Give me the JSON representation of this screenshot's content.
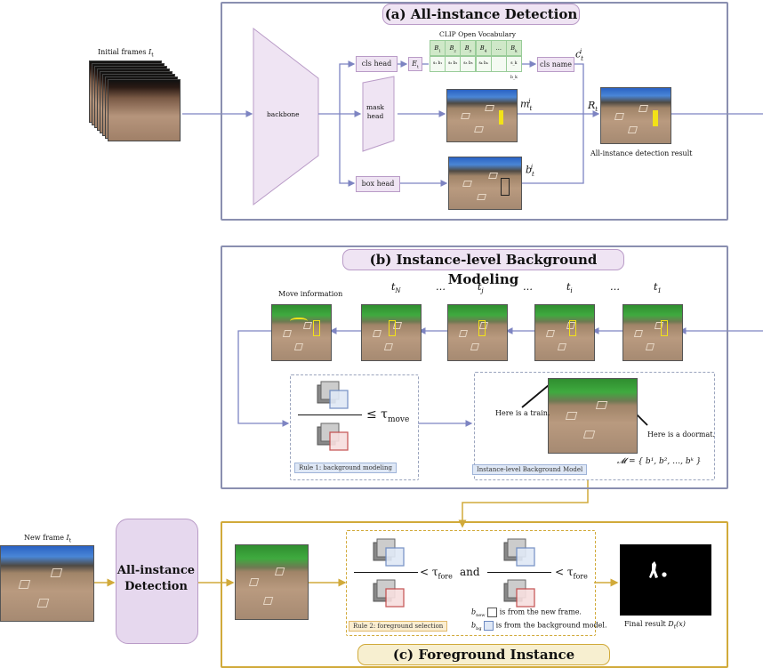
{
  "panels": {
    "a": {
      "title": "(a) All-instance Detection"
    },
    "b": {
      "title": "(b) Instance-level Background Modeling"
    },
    "c": {
      "title": "(c) Foreground Instance Selection"
    }
  },
  "a": {
    "initial_frames_label": "Initial frames",
    "initial_frames_symbol": "I",
    "initial_frames_sub": "t",
    "backbone": "backbone",
    "cls_head": "cls head",
    "mask_head": "mask\nhead",
    "box_head": "box head",
    "vocab_title": "CLIP Open Vocabulary",
    "vocab_top": [
      "B",
      "B",
      "B",
      "B",
      "…",
      "B"
    ],
    "vocab_top_sub": [
      "1",
      "2",
      "3",
      "4",
      "",
      "k"
    ],
    "vocab_bottom": [
      "s₁ b₁",
      "s₂ b₂",
      "s₃ b₃",
      "s₄ b₄",
      "",
      "s_k b_k"
    ],
    "embed_label": "E",
    "embed_sub": "t",
    "cls_name": "cls name",
    "c_sym": "c",
    "m_sym": "m",
    "b_sym": "b",
    "R_sym": "R",
    "sup_i": "i",
    "sub_t": "t",
    "result_caption": "All-instance detection result"
  },
  "b": {
    "move_info": "Move information",
    "time_labels": [
      "t",
      "…",
      "t",
      "…",
      "t",
      "…",
      "t"
    ],
    "time_subs": [
      "N",
      "",
      "j",
      "",
      "i",
      "",
      "1"
    ],
    "tau_move": "≤ τ",
    "tau_move_sub": "move",
    "rule1": "Rule 1: background modeling",
    "train_text": "Here is a train.",
    "doormat_text": "Here is a doormat.",
    "bg_model_tag": "Instance-level Background Model",
    "M_formula": "𝓜 = { b¹, b², …, bᵏ }"
  },
  "c": {
    "new_frame_label": "New frame",
    "new_frame_symbol": "I",
    "new_frame_sub": "t",
    "detect_box": "All-instance\nDetection",
    "tau_fore": "< τ",
    "tau_fore_sub": "fore",
    "and": "and",
    "rule2": "Rule 2: foreground selection",
    "new_frame_legend": "is from the new frame.",
    "bg_legend": "is from the background model.",
    "bnew_sym": "b",
    "bbg_sym": "b",
    "final_label": "Final result",
    "final_symbol": "D",
    "final_sub": "t",
    "final_arg": "(x)"
  },
  "colors": {
    "frame_border": "#8a8fb0",
    "gold": "#d1aa3a",
    "purple_fill": "#efe4f3",
    "wire": "#8a90c8"
  }
}
